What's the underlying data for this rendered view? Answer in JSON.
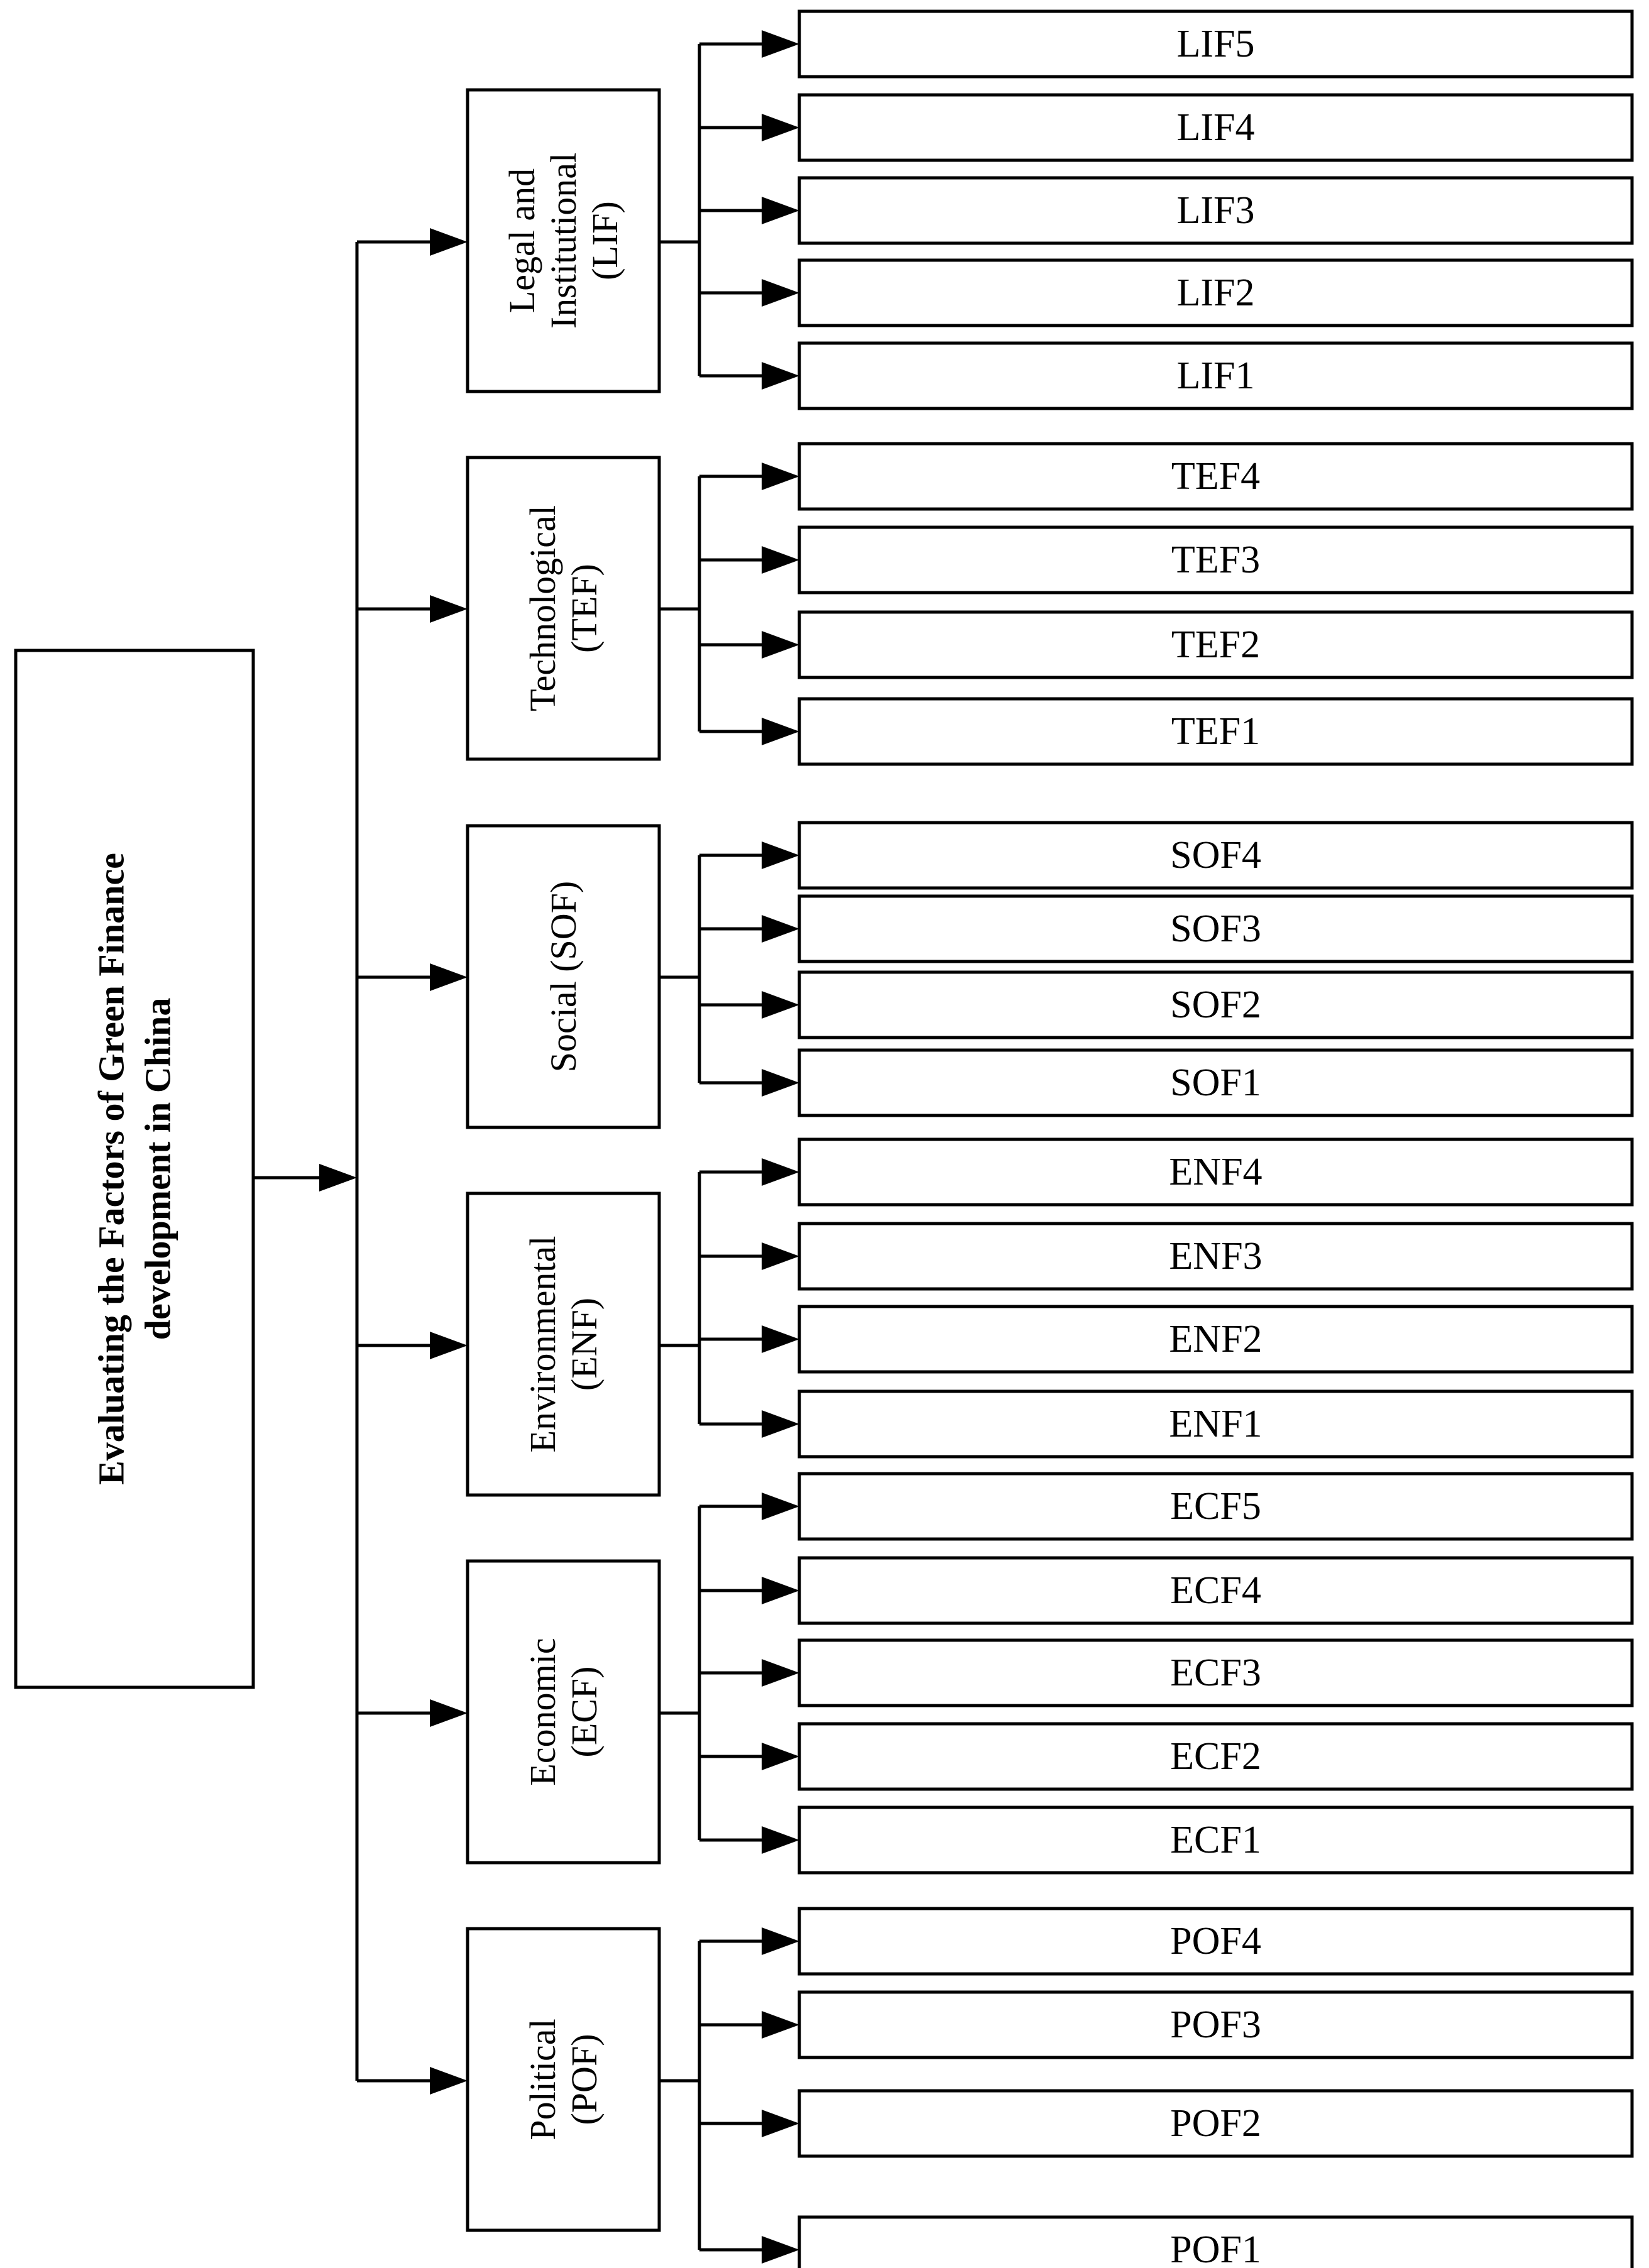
{
  "root": {
    "lines": [
      "Evaluating the Factors of Green Finance",
      "development in China"
    ]
  },
  "categories": [
    {
      "id": "LIF",
      "lines": [
        "Legal and",
        "Institutional",
        "(LIF)"
      ],
      "items": [
        "LIF5",
        "LIF4",
        "LIF3",
        "LIF2",
        "LIF1"
      ]
    },
    {
      "id": "TEF",
      "lines": [
        "Technological",
        "(TEF)"
      ],
      "items": [
        "TEF4",
        "TEF3",
        "TEF2",
        "TEF1"
      ]
    },
    {
      "id": "SOF",
      "lines": [
        "Social (SOF)"
      ],
      "items": [
        "SOF4",
        "SOF3",
        "SOF2",
        "SOF1"
      ]
    },
    {
      "id": "ENF",
      "lines": [
        "Environmental",
        "(ENF)"
      ],
      "items": [
        "ENF4",
        "ENF3",
        "ENF2",
        "ENF1"
      ]
    },
    {
      "id": "ECF",
      "lines": [
        "Economic",
        "(ECF)"
      ],
      "items": [
        "ECF5",
        "ECF4",
        "ECF3",
        "ECF2",
        "ECF1"
      ]
    },
    {
      "id": "POF",
      "lines": [
        "Political",
        "(POF)"
      ],
      "items": [
        "POF4",
        "POF3",
        "POF2",
        "POF1"
      ]
    }
  ]
}
